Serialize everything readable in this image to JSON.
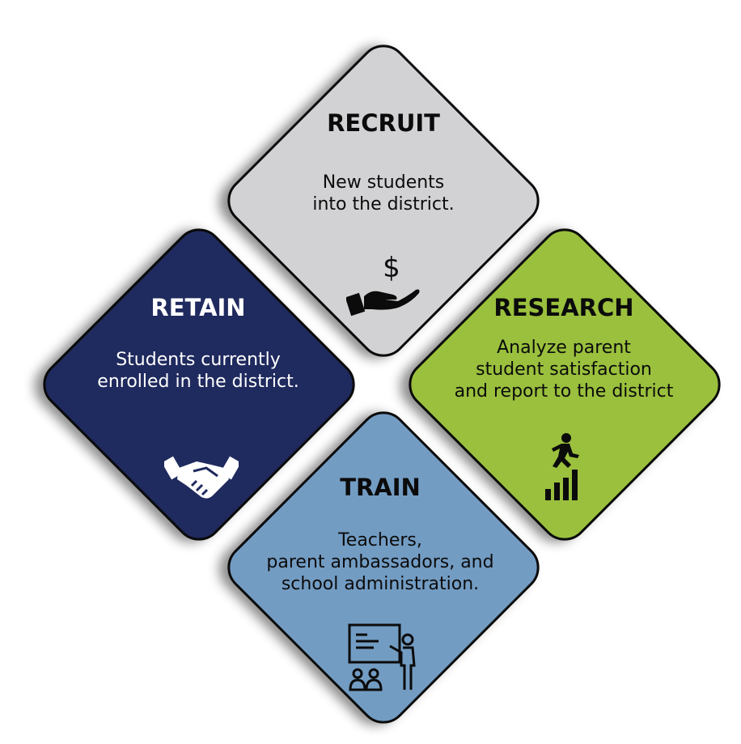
{
  "cards": {
    "recruit": {
      "title": "RECRUIT",
      "lines": [
        "New students",
        "into the district."
      ],
      "icon": "hand-holding-dollar-icon",
      "color": "#d2d2d4"
    },
    "retain": {
      "title": "RETAIN",
      "lines": [
        "Students currently",
        "enrolled in the district."
      ],
      "icon": "handshake-icon",
      "color": "#1f2a5e"
    },
    "research": {
      "title": "RESEARCH",
      "lines": [
        "Analyze parent",
        "student satisfaction",
        "and report to the district"
      ],
      "icon": "person-climbing-bar-chart-icon",
      "color": "#9ac03d"
    },
    "train": {
      "title": "TRAIN",
      "lines": [
        "Teachers,",
        "parent ambassadors, and",
        "school administration."
      ],
      "icon": "teacher-presentation-icon",
      "color": "#739cc3"
    }
  }
}
